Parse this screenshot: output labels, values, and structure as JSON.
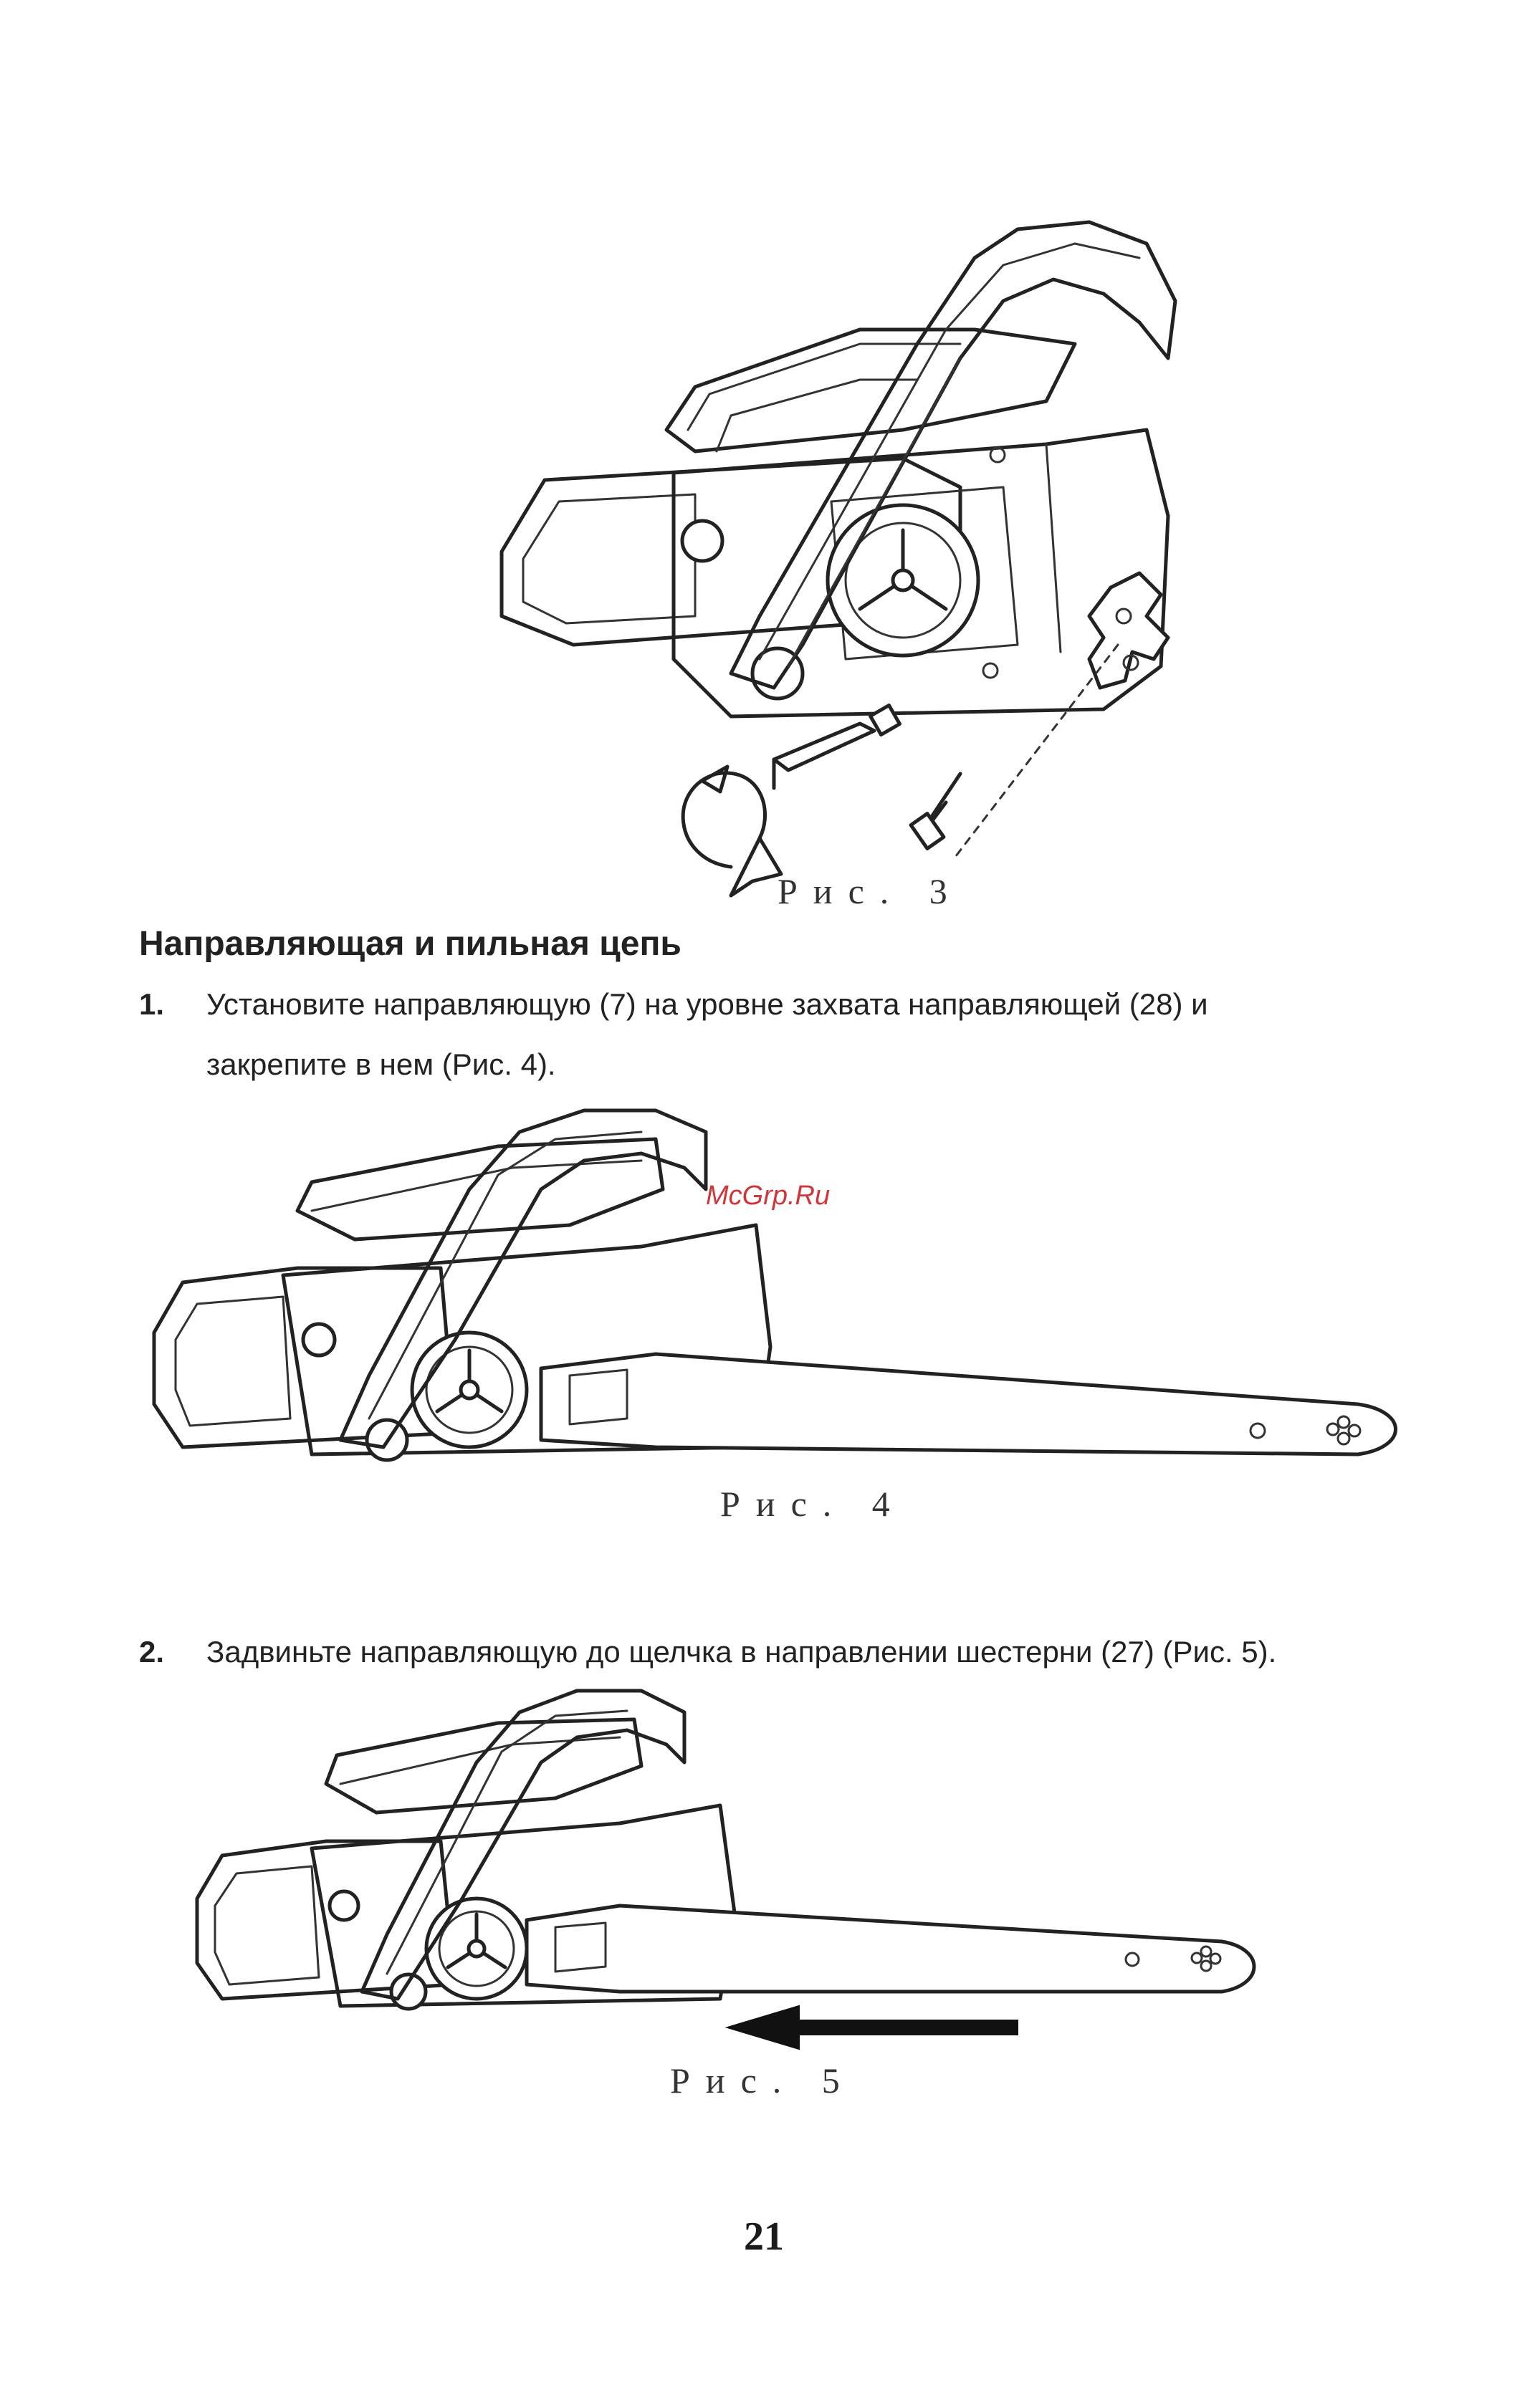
{
  "figures": {
    "fig3": "Рис. 3",
    "fig4": "Рис. 4",
    "fig5": "Рис. 5"
  },
  "section": {
    "title": "Направляющая и пильная цепь"
  },
  "steps": [
    {
      "number": "1.",
      "line1": "Установите направляющую (7) на уровне захвата направляющей (28) и",
      "line2": "закрепите в нем (Рис. 4)."
    },
    {
      "number": "2.",
      "line1": "Задвиньте направляющую до щелчка в направлении шестерни (27) (Рис. 5)."
    }
  ],
  "watermark": "McGrp.Ru",
  "page_number": "21"
}
